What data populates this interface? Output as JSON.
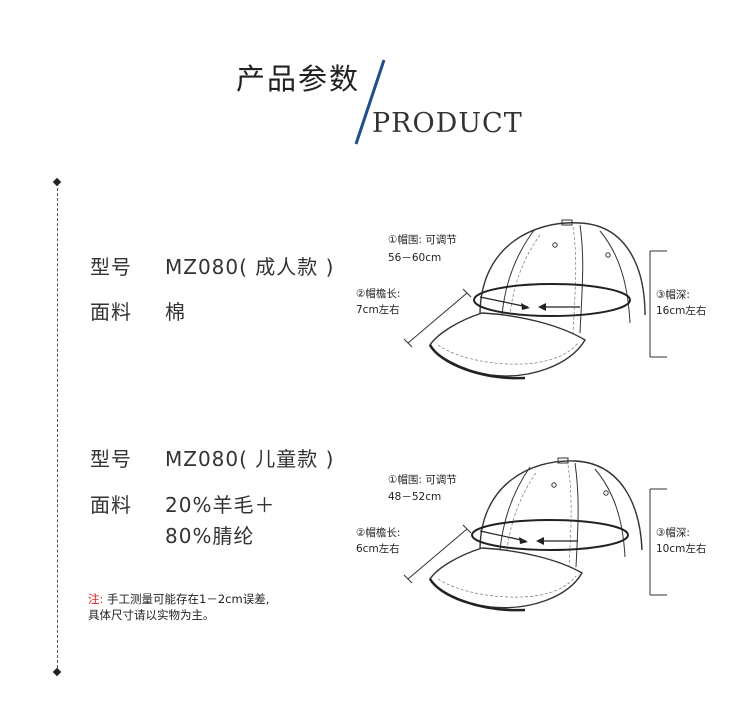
{
  "header": {
    "title_cn": "产品参数",
    "title_en": "PRODUCT"
  },
  "adult": {
    "model_label": "型号",
    "model_value": "MZ080( 成人款 )",
    "fabric_label": "面料",
    "fabric_value": "棉",
    "circ_title": "①帽围: 可调节",
    "circ_value": "56－60cm",
    "brim_title": "②帽檐长:",
    "brim_value": "7cm左右",
    "depth_title": "③帽深:",
    "depth_value": "16cm左右"
  },
  "child": {
    "model_label": "型号",
    "model_value": "MZ080( 儿童款 )",
    "fabric_label": "面料",
    "fabric_value_1": "20%羊毛＋",
    "fabric_value_2": "80%腈纶",
    "circ_title": "①帽围: 可调节",
    "circ_value": "48－52cm",
    "brim_title": "②帽檐长:",
    "brim_value": "6cm左右",
    "depth_title": "③帽深:",
    "depth_value": "10cm左右"
  },
  "note": {
    "prefix": "注:",
    "line1": "手工测量可能存在1－2cm误差,",
    "line2": "具体尺寸请以实物为主。"
  },
  "colors": {
    "accent_slash": "#1f4e8c",
    "note_red": "#e02020"
  }
}
